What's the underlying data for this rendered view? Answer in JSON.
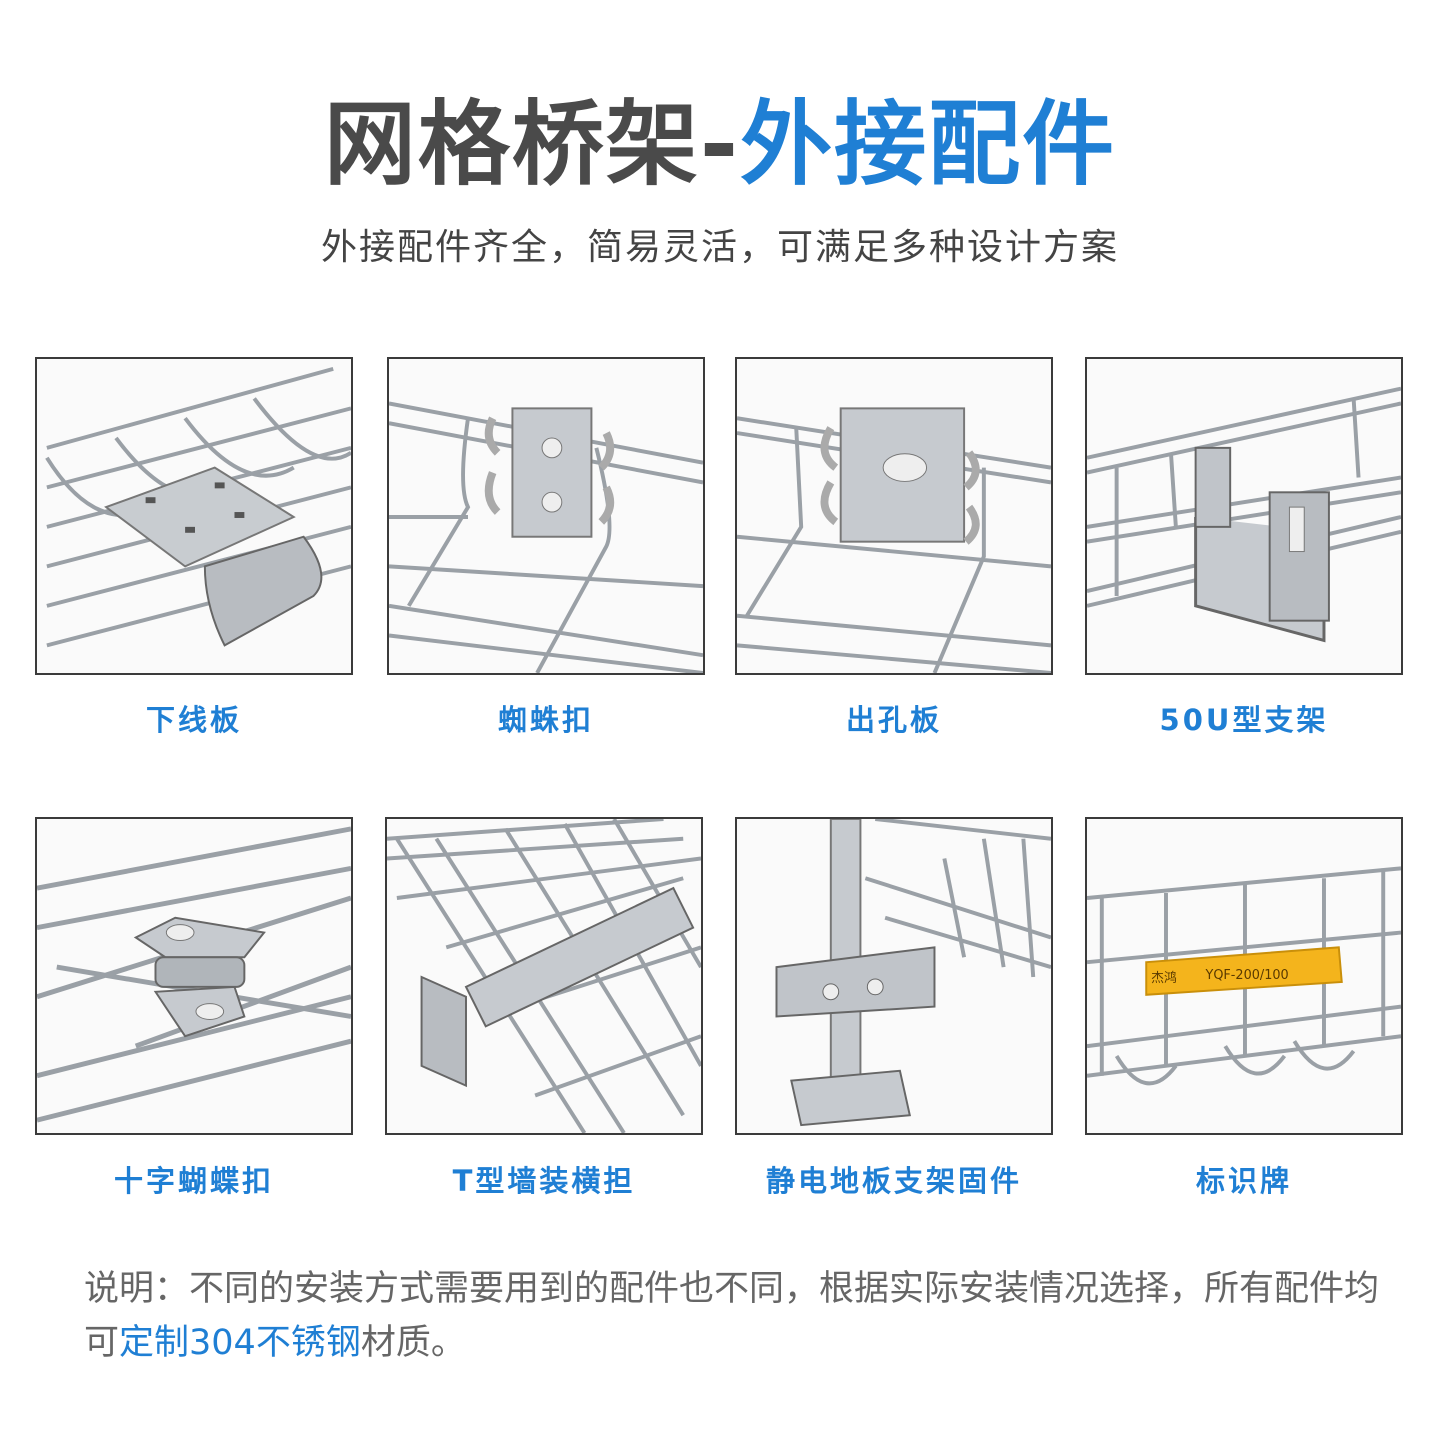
{
  "header": {
    "title_main": "网格桥架-",
    "title_accent": "外接配件",
    "subtitle": "外接配件齐全，简易灵活，可满足多种设计方案"
  },
  "accessories": [
    {
      "label": "下线板",
      "icon": "drop-out-plate"
    },
    {
      "label": "蜘蛛扣",
      "icon": "spider-clip"
    },
    {
      "label": "出孔板",
      "icon": "exit-hole-plate"
    },
    {
      "label": "50U型支架",
      "icon": "u-bracket"
    },
    {
      "label": "十字蝴蝶扣",
      "icon": "cross-butterfly-clip"
    },
    {
      "label": "T型墙装横担",
      "icon": "t-wall-crossarm"
    },
    {
      "label": "静电地板支架固件",
      "icon": "raised-floor-support"
    },
    {
      "label": "标识牌",
      "icon": "id-tag"
    }
  ],
  "tag_text": "YQF-200/100",
  "tag_logo": "杰鸿",
  "note": {
    "prefix": "说明：不同的安装方式需要用到的配件也不同，根据实际安装情况选择，所有配件均可",
    "highlight": "定制304不锈钢",
    "suffix": "材质。"
  },
  "colors": {
    "accent": "#1f7fd4",
    "text": "#4a4a4a",
    "tag": "#f4b41c"
  }
}
